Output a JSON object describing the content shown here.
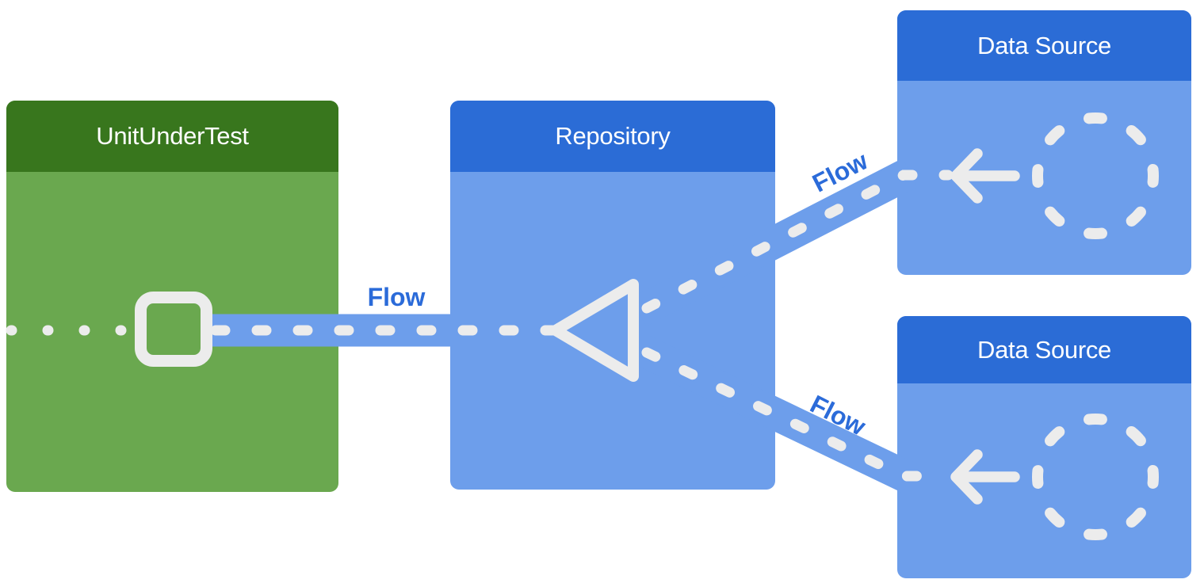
{
  "diagram": {
    "boxes": {
      "unit_under_test": {
        "title": "UnitUnderTest",
        "header_color": "#38761d",
        "body_color": "#6aa84f"
      },
      "repository": {
        "title": "Repository",
        "header_color": "#2b6cd6",
        "body_color": "#6d9eeb"
      },
      "data_source_top": {
        "title": "Data Source",
        "header_color": "#2b6cd6",
        "body_color": "#6d9eeb"
      },
      "data_source_bottom": {
        "title": "Data Source",
        "header_color": "#2b6cd6",
        "body_color": "#6d9eeb"
      }
    },
    "flows": {
      "unit_from_repository": {
        "label": "Flow",
        "direction": "data-source-to-repository-to-unit"
      },
      "repository_from_top_source": {
        "label": "Flow"
      },
      "repository_from_bottom_source": {
        "label": "Flow"
      }
    },
    "icons": {
      "square": "outlined-square-icon",
      "triangle": "merge-triangle-icon",
      "arrows": "left-arrow-icon",
      "circles": "dashed-circle-icon"
    },
    "colors": {
      "background": "#ffffff",
      "connector_band": "#6d9eeb",
      "dash_white": "#ececec",
      "flow_label_blue": "#2b6bd9",
      "title_text": "#ffffff"
    }
  }
}
